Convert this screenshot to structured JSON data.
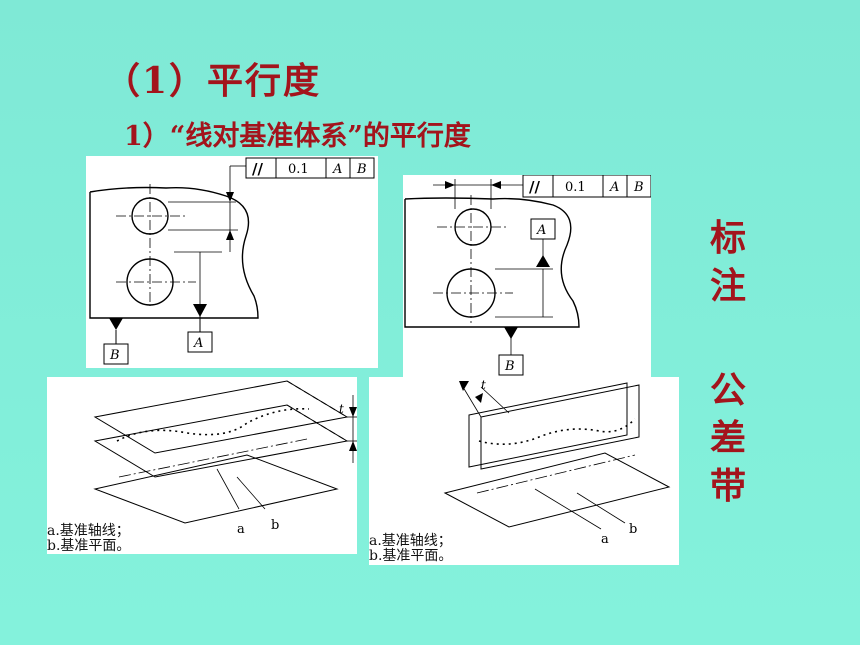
{
  "title": "（1）平行度",
  "subtitle": "1）“线对基准体系”的平行度",
  "side_label_1": [
    "标",
    "注"
  ],
  "side_label_2": [
    "公",
    "差",
    "带"
  ],
  "fcf1": {
    "symbol": "//",
    "value": "0.1",
    "datum1": "A",
    "datum2": "B"
  },
  "fcf2": {
    "symbol": "//",
    "value": "0.1",
    "datum1": "A",
    "datum2": "B"
  },
  "datum_B": "B",
  "datum_A": "A",
  "zone_t": "t",
  "label_a": "a",
  "label_b": "b",
  "legend_a": "a.基准轴线；",
  "legend_b": "b.基准平面。"
}
